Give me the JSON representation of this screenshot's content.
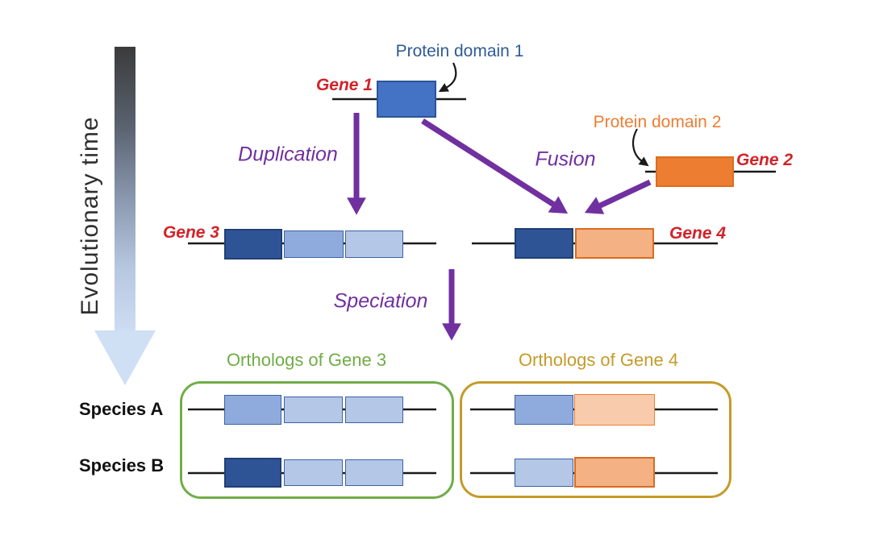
{
  "labels": {
    "evolutionary_time": "Evolutionary time",
    "protein_domain_1": "Protein domain 1",
    "protein_domain_2": "Protein domain 2",
    "gene_1": "Gene 1",
    "gene_2": "Gene 2",
    "gene_3": "Gene 3",
    "gene_4": "Gene 4",
    "duplication": "Duplication",
    "fusion": "Fusion",
    "speciation": "Speciation",
    "orthologs_gene_3": "Orthologs of Gene 3",
    "orthologs_gene_4": "Orthologs of Gene 4",
    "species_a": "Species A",
    "species_b": "Species B"
  },
  "colors": {
    "bright_blue": "#4472C4",
    "dark_blue": "#2F5496",
    "mid_blue": "#8FAADC",
    "light_blue": "#B4C7E7",
    "orange": "#ED7D31",
    "mid_orange": "#F4B183",
    "light_orange": "#F8CBAD",
    "purple": "#7030A0",
    "gene_label_red": "#D2232A",
    "green": "#70AD47",
    "gold": "#C49B2A",
    "domain1_text_blue": "#2E5B97",
    "line_black": "#1A1A1A"
  },
  "gene_domain_composition": {
    "gene1": [
      "bright_blue"
    ],
    "gene2": [
      "orange"
    ],
    "gene3": [
      "dark_blue",
      "mid_blue",
      "light_blue"
    ],
    "gene4": [
      "dark_blue",
      "mid_orange"
    ],
    "orthologs_gene3": {
      "species_a": [
        "mid_blue",
        "light_blue",
        "light_blue"
      ],
      "species_b": [
        "dark_blue",
        "light_blue",
        "light_blue"
      ]
    },
    "orthologs_gene4": {
      "species_a": [
        "mid_blue",
        "light_orange"
      ],
      "species_b": [
        "light_blue",
        "mid_orange"
      ]
    }
  }
}
